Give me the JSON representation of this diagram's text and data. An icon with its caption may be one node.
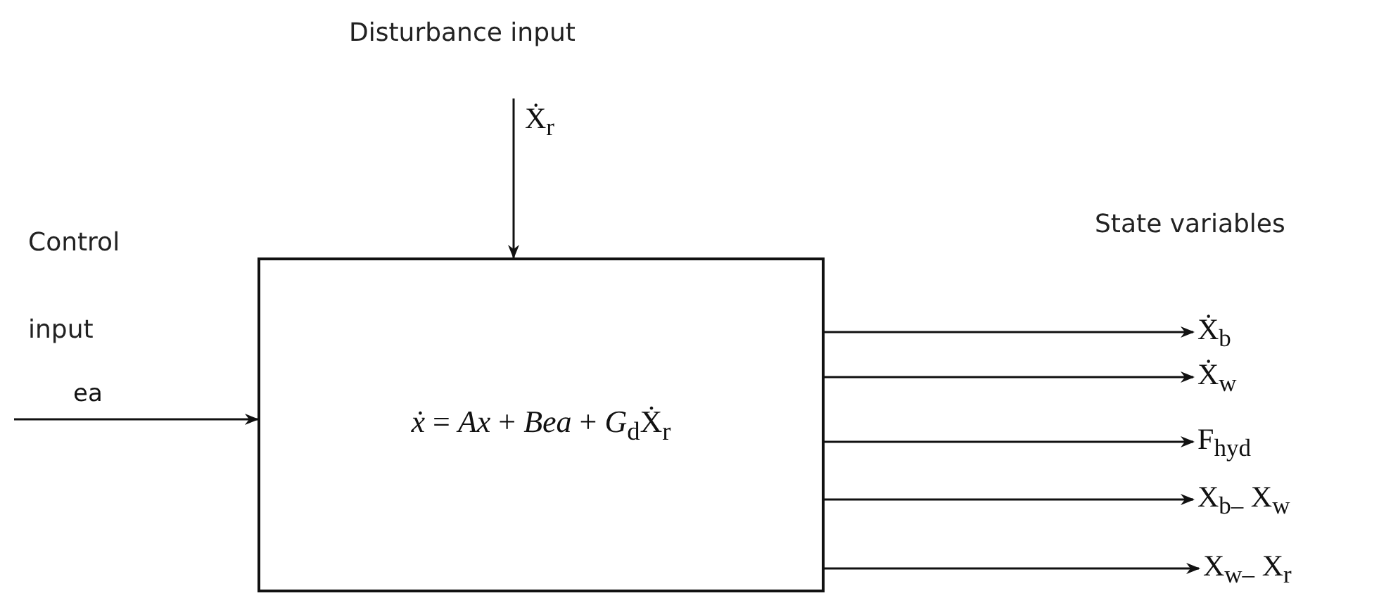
{
  "diagram": {
    "nodes": [
      {
        "text": [
          "*ẋ* = *Ax* + *Bea* + *G*$_{d}$Ẋ$_{r}$"
        ]
      },
      {
        "text": [
          "Ẋ$_{b}$"
        ]
      },
      {
        "text": [
          "Ẋ$_{w}$"
        ]
      },
      {
        "text": [
          "F$_{hyd}$"
        ]
      },
      {
        "text": [
          "X$_{b–}$ X$_{w}$"
        ]
      },
      {
        "text": [
          "X$_{w–}$ X$_{r}$"
        ]
      }
    ],
    "edges": [
      {
        "from": null,
        "to": 0,
        "arrow": "to",
        "label": "Ẋ$_{r}$"
      },
      {
        "from": null,
        "to": 0,
        "arrow": "to",
        "label": "ea"
      },
      {
        "from": 0,
        "to": 1,
        "arrow": "to"
      },
      {
        "from": 0,
        "to": 2,
        "arrow": "to"
      },
      {
        "from": 0,
        "to": 3,
        "arrow": "to"
      },
      {
        "from": 0,
        "to": 4,
        "arrow": "to"
      },
      {
        "from": 0,
        "to": 5,
        "arrow": "to"
      }
    ],
    "labels": [
      "Disturbance input",
      "Control input",
      "State variables"
    ]
  }
}
